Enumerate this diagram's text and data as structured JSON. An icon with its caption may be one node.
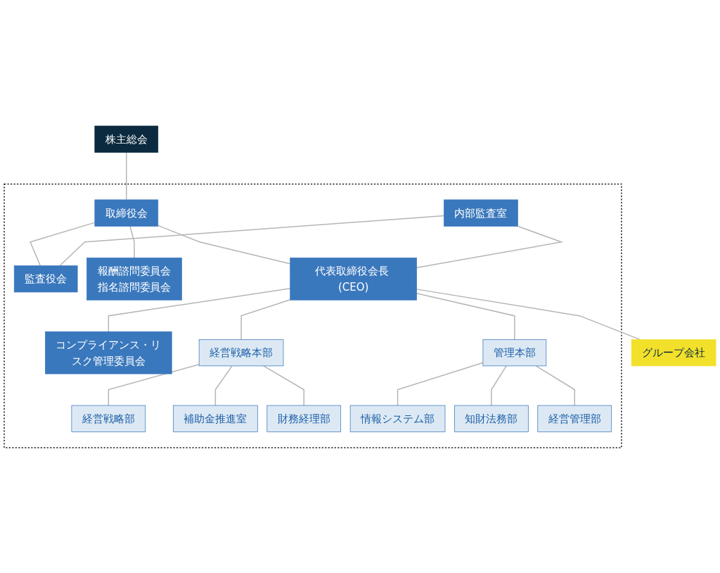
{
  "diagram": {
    "nodes": [
      {
        "text": [
          "株主総会"
        ]
      },
      {
        "text": [],
        "shape": "box"
      },
      {
        "text": [
          "監査役会"
        ],
        "in": 1
      },
      {
        "text": [
          "取締役会"
        ],
        "in": 1
      },
      {
        "text": [
          "報酬諮問委員会",
          "指名諮問委員会"
        ],
        "in": 1
      },
      {
        "text": [
          "内部監査室"
        ],
        "in": 1
      },
      {
        "text": [
          "代表取締役会長 (CEO)"
        ],
        "in": 1
      },
      {
        "text": [
          "コンプライアンス・リスク管理委員会"
        ],
        "in": 1
      },
      {
        "text": [
          "経営戦略本部"
        ],
        "in": 1
      },
      {
        "text": [
          "管理本部"
        ],
        "in": 1
      },
      {
        "text": [
          "経営戦略部"
        ],
        "in": 1
      },
      {
        "text": [
          "補助金推進室"
        ],
        "in": 1
      },
      {
        "text": [
          "財務経理部"
        ],
        "in": 1
      },
      {
        "text": [
          "情報システム部"
        ],
        "in": 1
      },
      {
        "text": [
          "知財法務部"
        ],
        "in": 1
      },
      {
        "text": [
          "経営管理部"
        ],
        "in": 1
      },
      {
        "text": [
          "グループ会社"
        ]
      }
    ],
    "edges": [
      {
        "from": 0,
        "to": 3,
        "arrow": "none"
      },
      {
        "from": 3,
        "to": 2,
        "arrow": "none"
      },
      {
        "from": 3,
        "to": 4,
        "arrow": "none"
      },
      {
        "from": 3,
        "to": 6,
        "arrow": "none"
      },
      {
        "from": 5,
        "to": 2,
        "arrow": "none"
      },
      {
        "from": 5,
        "to": 6,
        "arrow": "none"
      },
      {
        "from": 6,
        "to": 7,
        "arrow": "none"
      },
      {
        "from": 6,
        "to": 8,
        "arrow": "none"
      },
      {
        "from": 6,
        "to": 9,
        "arrow": "none"
      },
      {
        "from": 8,
        "to": 10,
        "arrow": "none"
      },
      {
        "from": 8,
        "to": 11,
        "arrow": "none"
      },
      {
        "from": 8,
        "to": 12,
        "arrow": "none"
      },
      {
        "from": 9,
        "to": 13,
        "arrow": "none"
      },
      {
        "from": 9,
        "to": 14,
        "arrow": "none"
      },
      {
        "from": 9,
        "to": 15,
        "arrow": "none"
      },
      {
        "from": 6,
        "to": 16,
        "arrow": "none"
      }
    ]
  }
}
